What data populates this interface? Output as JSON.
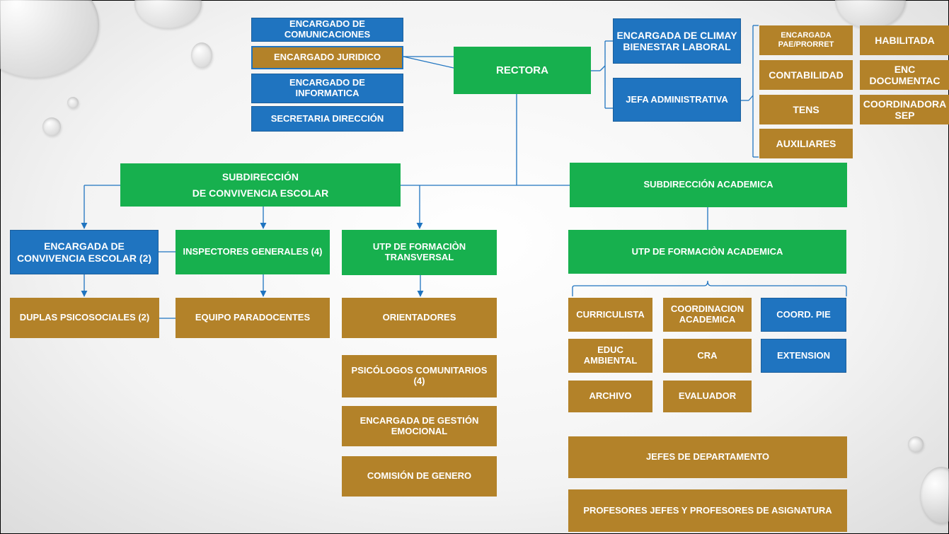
{
  "colors": {
    "green": "#17b04e",
    "blue": "#1f74c0",
    "brown": "#b38229",
    "line": "#1f74c0"
  },
  "top": {
    "rectora": "RECTORA",
    "enc_comunicaciones": "ENCARGADO DE\nCOMUNICACIONES",
    "enc_juridico": "ENCARGADO JURIDICO",
    "enc_informatica": "ENCARGADO DE\nINFORMATICA",
    "secretaria": "SECRETARIA DIRECCIÓN",
    "enc_clima": "ENCARGADA DE CLIMAY\nBIENESTAR LABORAL",
    "jefa_admin": "JEFA ADMINISTRATIVA"
  },
  "admin": {
    "pae": "ENCARGADA\nPAE/PRORRET",
    "contabilidad": "CONTABILIDAD",
    "tens": "TENS",
    "auxiliares": "AUXILIARES",
    "habilitada": "HABILITADA",
    "enc_doc": "ENC\nDOCUMENTAC",
    "coord_sep": "COORDINADORA\nSEP"
  },
  "convivencia": {
    "subdireccion": "SUBDIRECCIÓN\nDE CONVIVENCIA ESCOLAR",
    "encargada": "ENCARGADA DE\nCONVIVENCIA ESCOLAR (2)",
    "inspectores": "INSPECTORES GENERALES (4)",
    "utp_transversal": "UTP DE FORMACIÒN\nTRANSVERSAL",
    "duplas": "DUPLAS PSICOSOCIALES (2)",
    "paradocentes": "EQUIPO PARADOCENTES",
    "orientadores": "ORIENTADORES",
    "psicologos": "PSICÓLOGOS COMUNITARIOS\n(4)",
    "gestion_emocional": "ENCARGADA DE GESTIÓN\nEMOCIONAL",
    "comision_genero": "COMISIÓN DE GENERO"
  },
  "academica": {
    "subdireccion": "SUBDIRECCIÓN ACADEMICA",
    "utp_academica": "UTP DE FORMACIÒN ACADEMICA",
    "curriculista": "CURRICULISTA",
    "coordinacion": "COORDINACION\nACADEMICA",
    "coord_pie": "COORD. PIE",
    "educ_ambiental": "EDUC\nAMBIENTAL",
    "cra": "CRA",
    "extension": "EXTENSION",
    "archivo": "ARCHIVO",
    "evaluador": "EVALUADOR",
    "jefes_depto": "JEFES DE DEPARTAMENTO",
    "profesores": "PROFESORES JEFES Y PROFESORES DE ASIGNATURA"
  }
}
